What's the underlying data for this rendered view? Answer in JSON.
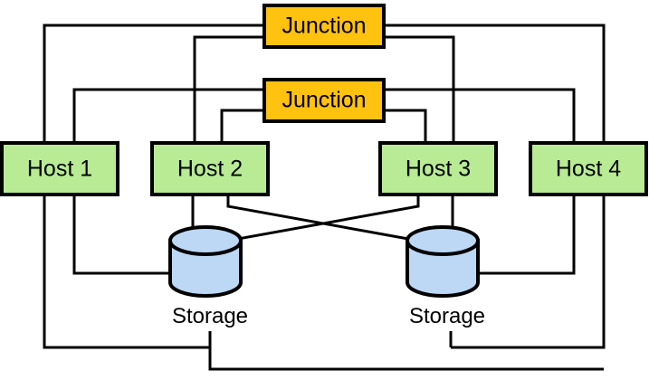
{
  "diagram": {
    "title": "Storage area network topology with hosts, junctions and storage arrays",
    "colors": {
      "host_fill": "#b8eb94",
      "junction_fill": "#ffc20e",
      "storage_fill": "#bcd8f5",
      "line": "#000000",
      "background": "#ffffff"
    },
    "hosts": [
      {
        "label": "Host 1"
      },
      {
        "label": "Host 2"
      },
      {
        "label": "Host 3"
      },
      {
        "label": "Host 4"
      }
    ],
    "junctions": [
      {
        "label": "Junction"
      },
      {
        "label": "Junction"
      }
    ],
    "storages": [
      {
        "label": "Storage"
      },
      {
        "label": "Storage"
      }
    ]
  }
}
